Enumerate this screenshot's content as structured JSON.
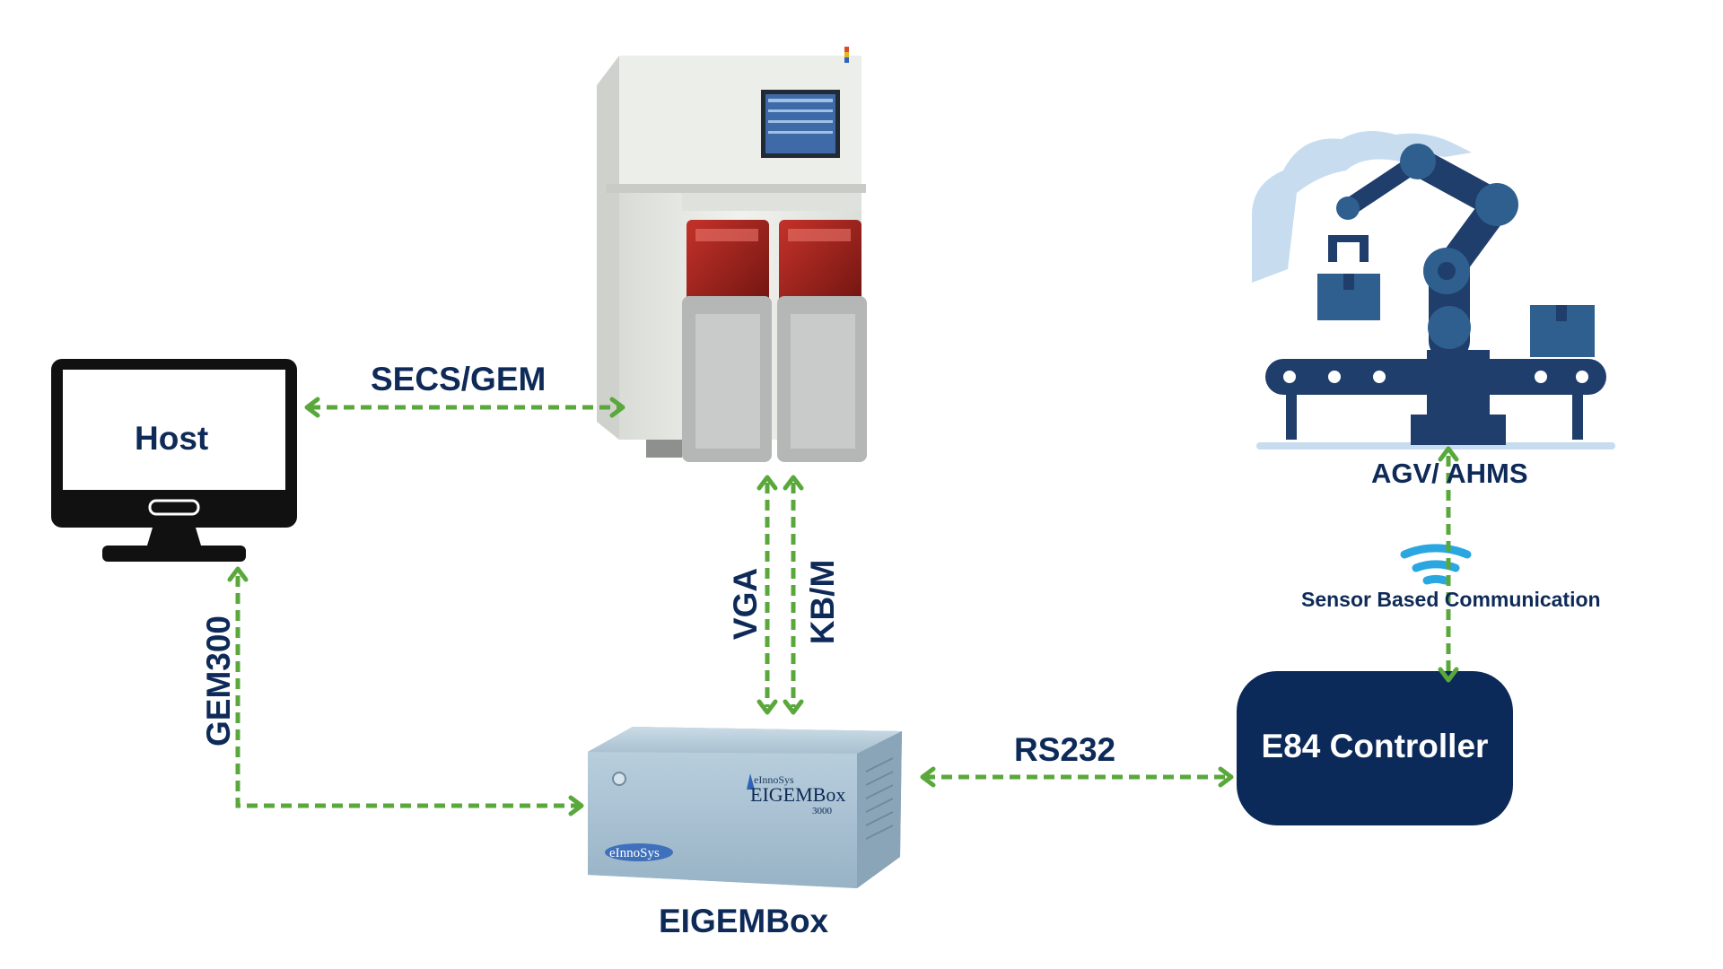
{
  "colors": {
    "navy": "#0e2a58",
    "arrow": "#5aa83c",
    "controller_fill": "#0b2a59",
    "controller_text": "#ffffff",
    "wifi": "#2aa7e0",
    "robot": "#1f3e6b",
    "smoke": "#c7dcef"
  },
  "icons": [
    "monitor-icon",
    "semiconductor-tool-image",
    "robot-arm-conveyor-icon",
    "wifi-icon",
    "eigembox-device-image"
  ],
  "nodes": {
    "host": "Host",
    "e84_controller": "E84 Controller",
    "eigembox": "EIGEMBox",
    "agv": "AGV/ AHMS",
    "eigembox_brand_top": "eInnoSys",
    "eigembox_brand_main": "EIGEMBox",
    "eigembox_brand_num": "3000",
    "eigembox_logo": "eInnoSys"
  },
  "links": {
    "secs_gem": "SECS/GEM",
    "gem300": "GEM300",
    "vga": "VGA",
    "kbm": "KB/M",
    "rs232": "RS232",
    "sensor": "Sensor Based Communication"
  }
}
